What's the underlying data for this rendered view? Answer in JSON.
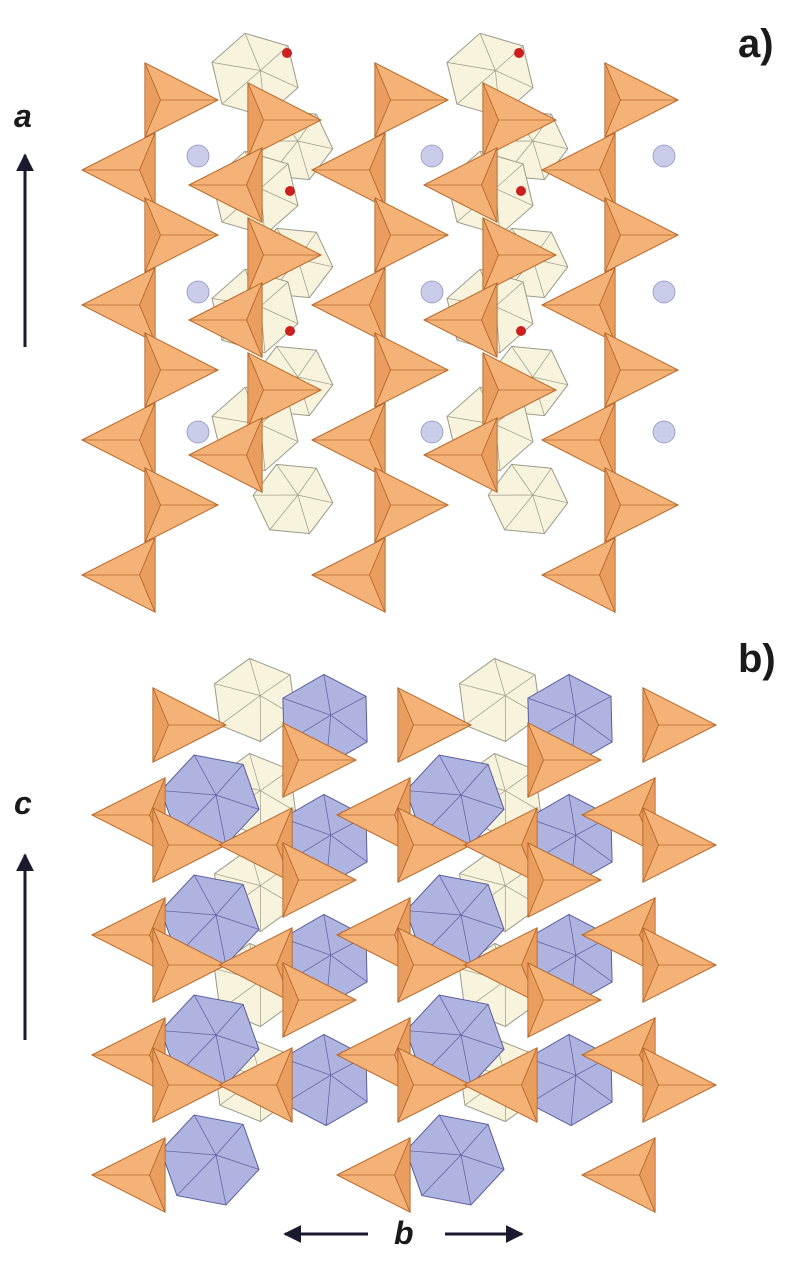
{
  "panels": [
    {
      "label": "a)",
      "axis_label": "a"
    },
    {
      "label": "b)",
      "axis_label": "c"
    }
  ],
  "b_axis_label": "b",
  "colors": {
    "tetrahedron_fill": "#f5b276",
    "tetrahedron_edge": "#b86a2c",
    "cream_polyhedron_fill": "#f7f3dc",
    "cream_polyhedron_edge": "#9c9a88",
    "blue_polyhedron_fill": "#aeb3e0",
    "blue_polyhedron_edge": "#5a5f9c",
    "cation_sphere_fill": "#c9cdea",
    "red_atom_fill": "#cc1f1f",
    "arrow_color": "#1a1a2e"
  },
  "icons": [
    "up-arrow-icon",
    "left-arrow-icon",
    "right-arrow-icon"
  ]
}
